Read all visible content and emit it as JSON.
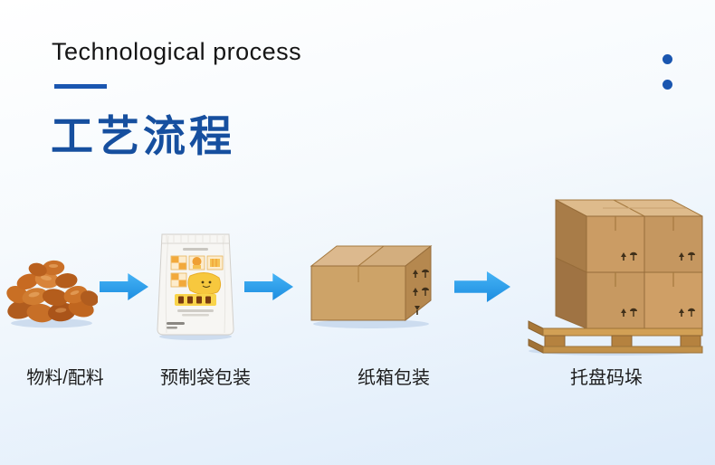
{
  "header": {
    "title_en": "Technological process",
    "title_zh": "工艺流程"
  },
  "flow": {
    "steps": [
      {
        "name": "materials",
        "icon": "nuts-pile-icon",
        "label": "物料/配料"
      },
      {
        "name": "premade-bag-packaging",
        "icon": "stand-up-pouch-icon",
        "label": "预制袋包装"
      },
      {
        "name": "carton-packaging",
        "icon": "carton-box-icon",
        "label": "纸箱包装"
      },
      {
        "name": "pallet-stacking",
        "icon": "pallet-stack-icon",
        "label": "托盘码垛"
      }
    ],
    "connector": "arrow-right-icon"
  },
  "colors": {
    "accent_blue": "#1a56b0",
    "title_blue": "#164f9f",
    "arrow_blue": "#2aa0ee",
    "background_bottom": "#ddebfa",
    "text_dark": "#1c1c1c"
  }
}
